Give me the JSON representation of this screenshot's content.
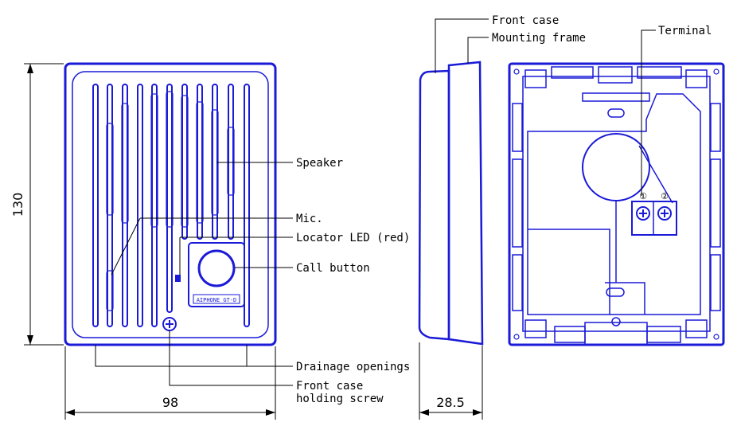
{
  "colors": {
    "outline": "#1a1ad8",
    "leader": "#000000",
    "background": "#ffffff"
  },
  "front_view": {
    "labels": {
      "speaker": "Speaker",
      "mic": "Mic.",
      "locator_led": "Locator LED (red)",
      "call_button": "Call button",
      "drainage": "Drainage openings",
      "screw_line1": "Front case",
      "screw_line2": "holding screw"
    },
    "nameplate": "AIPHONE GT-D",
    "height_dim": "130",
    "width_dim": "98"
  },
  "side_view": {
    "labels": {
      "front_case": "Front case",
      "mounting_frame": "Mounting frame"
    },
    "depth_dim": "28.5"
  },
  "back_view": {
    "labels": {
      "terminal": "Terminal"
    },
    "terminal_1": "①",
    "terminal_2": "②"
  }
}
